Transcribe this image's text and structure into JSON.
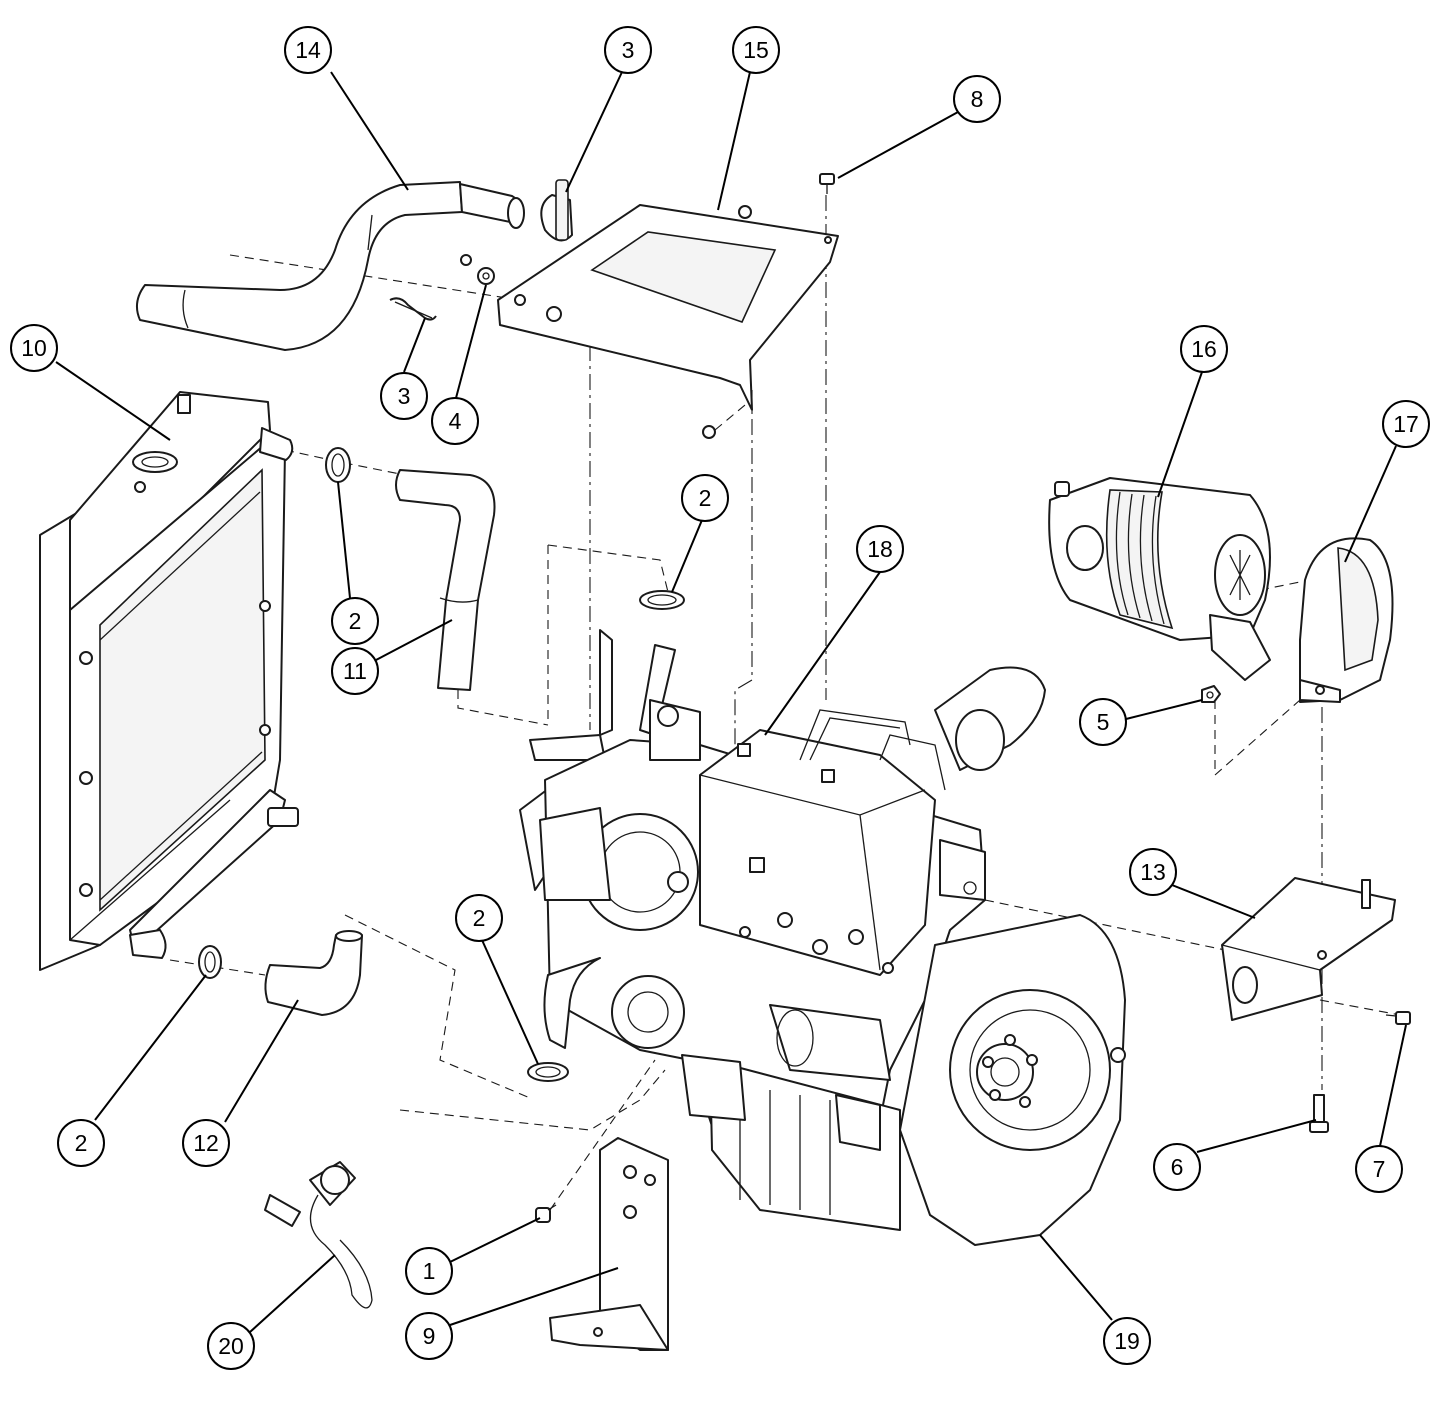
{
  "callouts": [
    {
      "id": "c14",
      "label": "14"
    },
    {
      "id": "c3a",
      "label": "3"
    },
    {
      "id": "c15",
      "label": "15"
    },
    {
      "id": "c8",
      "label": "8"
    },
    {
      "id": "c10",
      "label": "10"
    },
    {
      "id": "c3b",
      "label": "3"
    },
    {
      "id": "c4",
      "label": "4"
    },
    {
      "id": "c16",
      "label": "16"
    },
    {
      "id": "c17",
      "label": "17"
    },
    {
      "id": "c2a",
      "label": "2"
    },
    {
      "id": "c2b",
      "label": "2"
    },
    {
      "id": "c18",
      "label": "18"
    },
    {
      "id": "c11",
      "label": "11"
    },
    {
      "id": "c5",
      "label": "5"
    },
    {
      "id": "c13",
      "label": "13"
    },
    {
      "id": "c2c",
      "label": "2"
    },
    {
      "id": "c2d",
      "label": "2"
    },
    {
      "id": "c12",
      "label": "12"
    },
    {
      "id": "c6",
      "label": "6"
    },
    {
      "id": "c7",
      "label": "7"
    },
    {
      "id": "c1",
      "label": "1"
    },
    {
      "id": "c20",
      "label": "20"
    },
    {
      "id": "c9",
      "label": "9"
    },
    {
      "id": "c19",
      "label": "19"
    }
  ]
}
